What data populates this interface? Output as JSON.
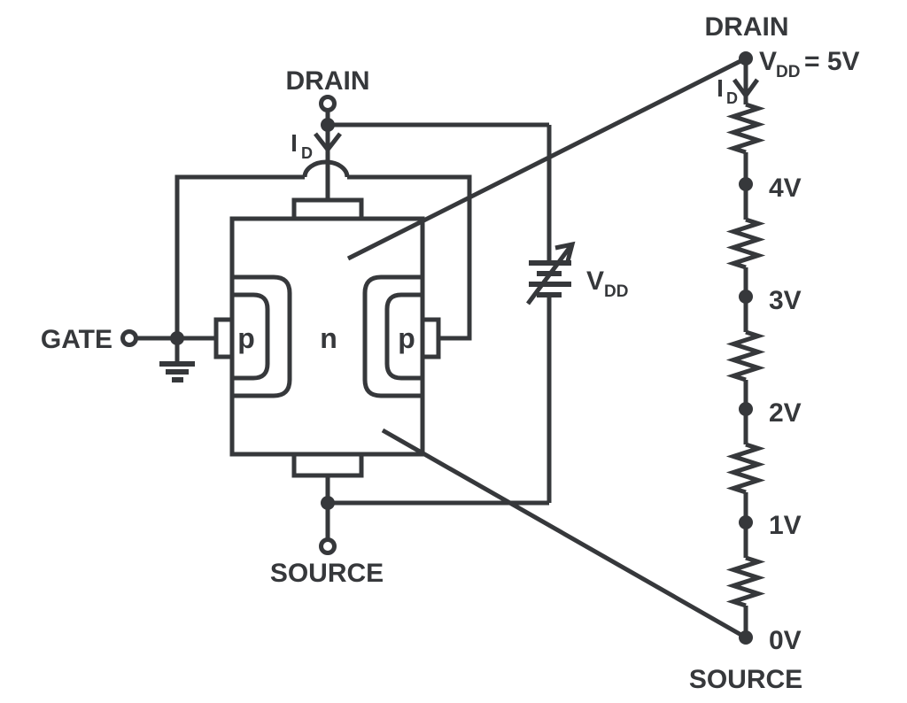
{
  "colors": {
    "ink": "#36383b",
    "background": "#ffffff"
  },
  "jfet": {
    "drain_label": "DRAIN",
    "gate_label": "GATE",
    "source_label": "SOURCE",
    "channel_label": "n",
    "p_left_label": "p",
    "p_right_label": "p",
    "drain_current": {
      "main": "I",
      "sub": "D"
    },
    "supply": {
      "main": "V",
      "sub": "DD"
    }
  },
  "ladder": {
    "drain_label": "DRAIN",
    "source_label": "SOURCE",
    "drain_current": {
      "main": "I",
      "sub": "D"
    },
    "supply": {
      "main": "V",
      "sub": "DD",
      "value": "= 5V"
    },
    "taps": [
      "4V",
      "3V",
      "2V",
      "1V",
      "0V"
    ]
  }
}
